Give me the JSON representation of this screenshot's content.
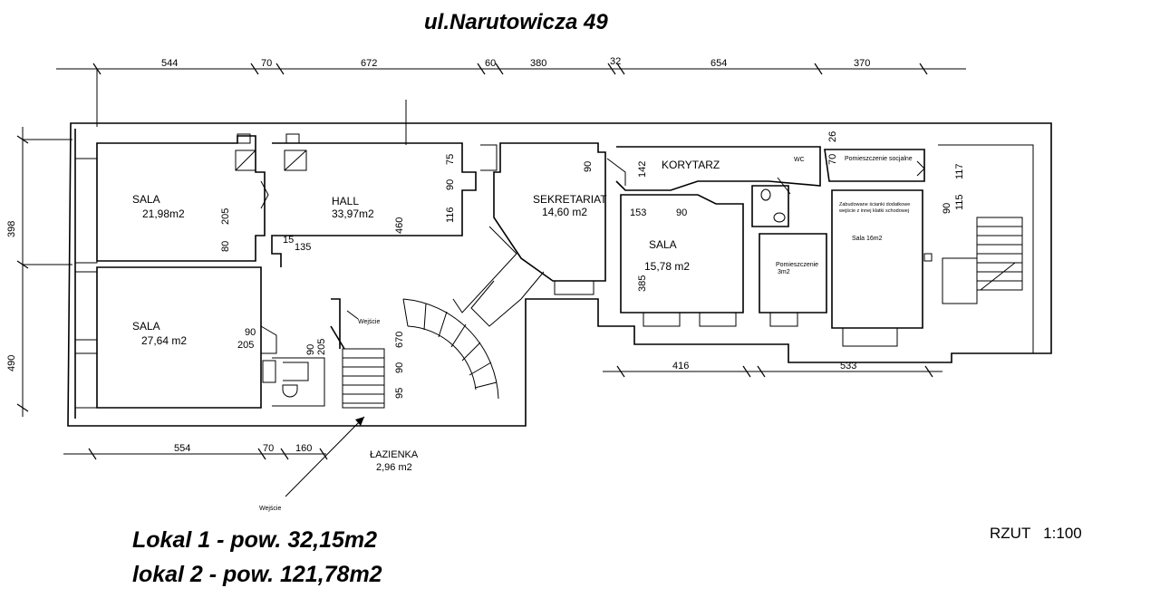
{
  "title": "ul.Narutowicza 49",
  "scale": "RZUT   1:100",
  "lokal_lines": [
    "Lokal 1 - pow. 32,15m2",
    "lokal 2 - pow. 121,78m2"
  ],
  "top_dims": [
    "544",
    "70",
    "672",
    "60",
    "380",
    "32",
    "654",
    "370"
  ],
  "bottom_dims": [
    "554",
    "70",
    "160"
  ],
  "right_bottom_dims": [
    "416",
    "533"
  ],
  "left_dims": [
    "398",
    "490"
  ],
  "rooms": {
    "sala1": {
      "name": "SALA",
      "area": "21,98m2"
    },
    "hall": {
      "name": "HALL",
      "area": "33,97m2"
    },
    "sekretariat": {
      "name": "SEKRETARIAT",
      "area": "14,60 m2"
    },
    "korytarz": {
      "name": "KORYTARZ"
    },
    "wc": {
      "name": "WC"
    },
    "socjalne": {
      "name": "Pomieszczenie socjalne"
    },
    "sala2": {
      "name": "SALA",
      "area": "27,64 m2"
    },
    "sala3": {
      "name": "SALA",
      "area": "15,78 m2"
    },
    "pom3": {
      "name": "Pomieszczenie",
      "area": "3m2"
    },
    "sala16": {
      "name": "Sala 16m2"
    },
    "lazienka": {
      "name": "ŁAZIENKA",
      "area": "2,96 m2"
    }
  },
  "notes": {
    "zabudowane": [
      "Zabudowane ścianki dodatkowe",
      "wejście z innej klatki schodowej"
    ],
    "wejscie_inner": "Wejście",
    "wejscie_outer": "Wejście"
  },
  "inner_dims": [
    "205",
    "80",
    "135",
    "15",
    "460",
    "75",
    "90",
    "116",
    "90",
    "142",
    "153",
    "90",
    "385",
    "26",
    "70",
    "117",
    "115",
    "90",
    "90",
    "205",
    "90",
    "205",
    "670",
    "90",
    "95"
  ]
}
